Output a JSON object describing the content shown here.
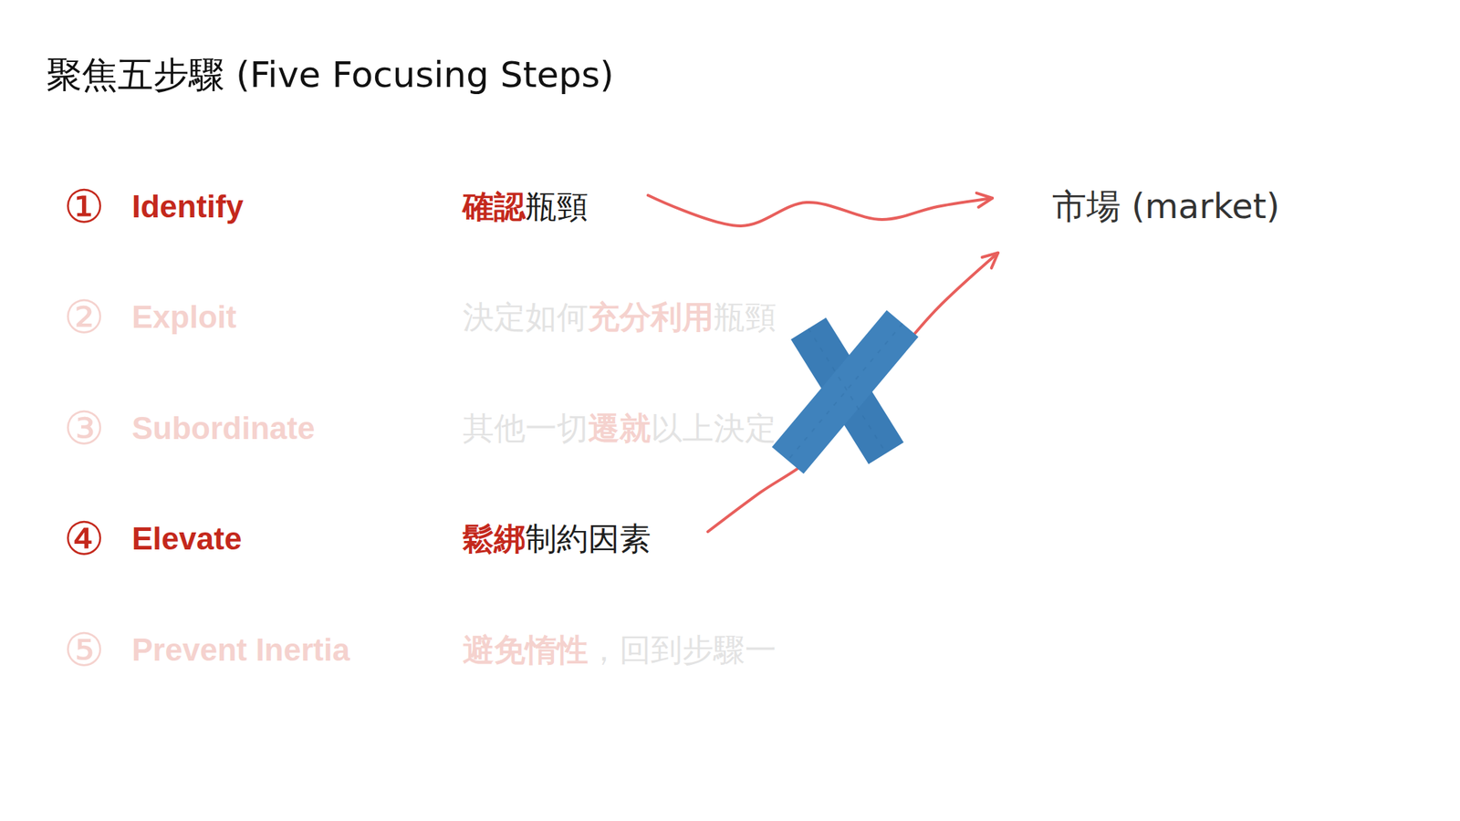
{
  "diagram": {
    "title": "聚焦五步驟 (Five Focusing Steps)",
    "nodes": [
      {
        "text": [
          "確認",
          "瓶頸"
        ]
      },
      {
        "text": [
          "市場 (market)"
        ]
      },
      {
        "text": [
          "鬆綁",
          "制約因素"
        ]
      }
    ],
    "edges": [
      {
        "from": 0,
        "to": 1,
        "arrow": "to"
      },
      {
        "from": 2,
        "to": 1,
        "arrow": "to"
      }
    ],
    "labels": [
      "①",
      "Identify",
      "②",
      "Exploit",
      "決定如何",
      "充分利用",
      "瓶頸",
      "③",
      "Subordinate",
      "其他一切",
      "遷就",
      "以上決定",
      "④",
      "Elevate",
      "⑤",
      "Prevent Inertia",
      "避免惰性",
      "，回到步驟一"
    ]
  }
}
